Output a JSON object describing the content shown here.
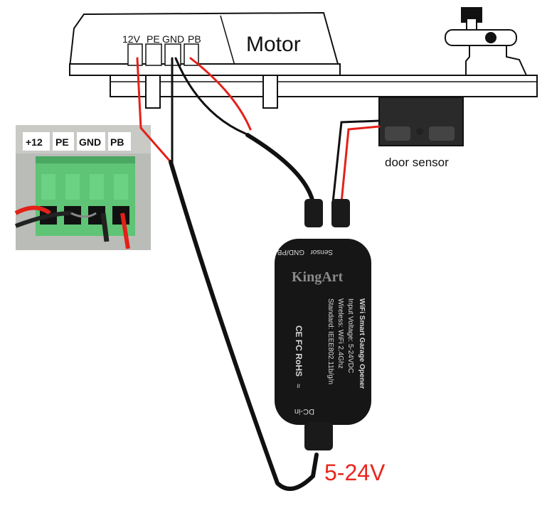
{
  "motor": {
    "title": "Motor",
    "terminals": [
      "12V",
      "PE",
      "GND",
      "PB"
    ]
  },
  "inset_photo": {
    "labels": [
      "+12",
      "PE",
      "GND",
      "PB"
    ]
  },
  "door_sensor": {
    "label": "door sensor"
  },
  "device": {
    "port_left": "GND/PB",
    "port_right": "Sensor",
    "brand": "KingArt",
    "spec_title": "WiFi Smart Garage Opener",
    "spec_lines": [
      "Input Voltage: 5-24VDC",
      "Wireless: WiFi 2.4Ghz",
      "Standard: IEEE802.11b/g/n"
    ],
    "certs": "CE FC RoHS",
    "dc_port": "DC-in"
  },
  "power": {
    "label": "5-24V",
    "color": "#e8261c"
  },
  "colors": {
    "wire_red": "#e32119",
    "wire_black": "#111111",
    "terminal_green": "#5fc476"
  }
}
